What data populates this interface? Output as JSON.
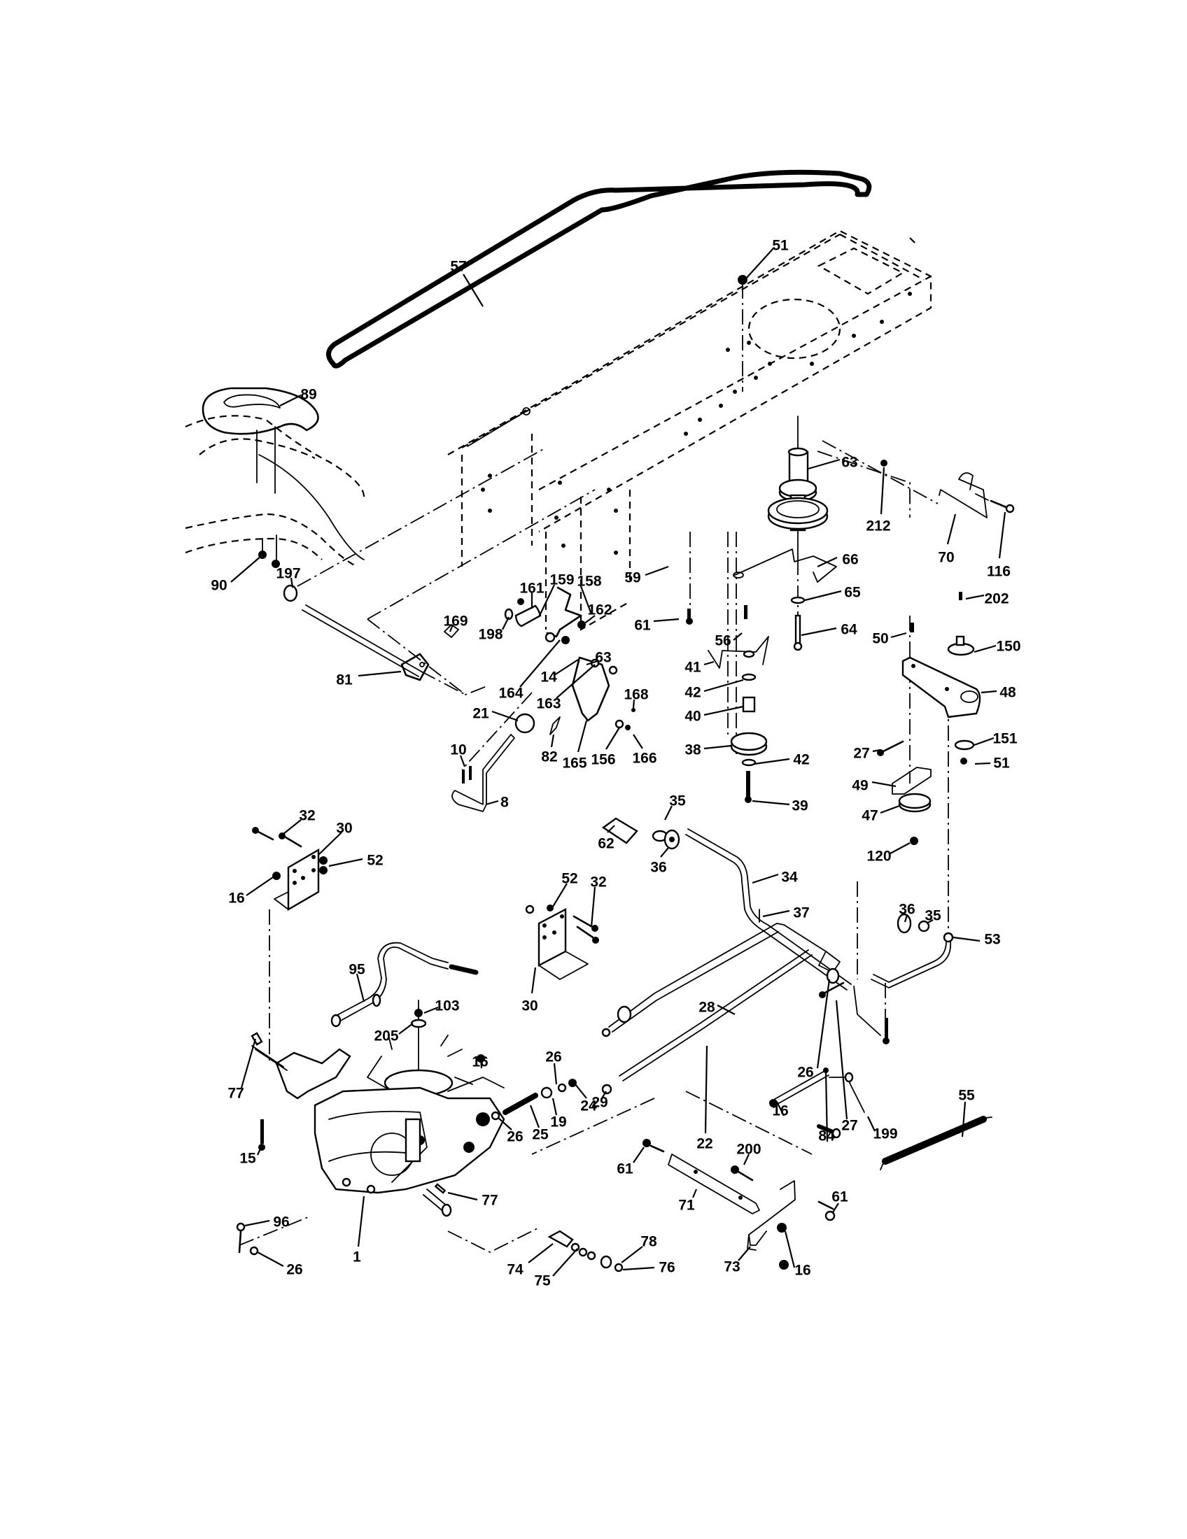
{
  "diagram": {
    "title": "Drive / transaxle parts exploded view",
    "callouts": [
      {
        "part": "57"
      },
      {
        "part": "51"
      },
      {
        "part": "89"
      },
      {
        "part": "63"
      },
      {
        "part": "212"
      },
      {
        "part": "70"
      },
      {
        "part": "116"
      },
      {
        "part": "90"
      },
      {
        "part": "197"
      },
      {
        "part": "59"
      },
      {
        "part": "66"
      },
      {
        "part": "161"
      },
      {
        "part": "159"
      },
      {
        "part": "158"
      },
      {
        "part": "169"
      },
      {
        "part": "65"
      },
      {
        "part": "202"
      },
      {
        "part": "198"
      },
      {
        "part": "162"
      },
      {
        "part": "61"
      },
      {
        "part": "64"
      },
      {
        "part": "56"
      },
      {
        "part": "50"
      },
      {
        "part": "150"
      },
      {
        "part": "81"
      },
      {
        "part": "41"
      },
      {
        "part": "14"
      },
      {
        "part": "63"
      },
      {
        "part": "164"
      },
      {
        "part": "42"
      },
      {
        "part": "48"
      },
      {
        "part": "163"
      },
      {
        "part": "168"
      },
      {
        "part": "21"
      },
      {
        "part": "40"
      },
      {
        "part": "151"
      },
      {
        "part": "27"
      },
      {
        "part": "38"
      },
      {
        "part": "42"
      },
      {
        "part": "51"
      },
      {
        "part": "10"
      },
      {
        "part": "82"
      },
      {
        "part": "165"
      },
      {
        "part": "156"
      },
      {
        "part": "166"
      },
      {
        "part": "49"
      },
      {
        "part": "8"
      },
      {
        "part": "35"
      },
      {
        "part": "39"
      },
      {
        "part": "47"
      },
      {
        "part": "62"
      },
      {
        "part": "32"
      },
      {
        "part": "30"
      },
      {
        "part": "120"
      },
      {
        "part": "36"
      },
      {
        "part": "52"
      },
      {
        "part": "34"
      },
      {
        "part": "16"
      },
      {
        "part": "52"
      },
      {
        "part": "32"
      },
      {
        "part": "37"
      },
      {
        "part": "36"
      },
      {
        "part": "35"
      },
      {
        "part": "53"
      },
      {
        "part": "95"
      },
      {
        "part": "28"
      },
      {
        "part": "30"
      },
      {
        "part": "103"
      },
      {
        "part": "26"
      },
      {
        "part": "205"
      },
      {
        "part": "29"
      },
      {
        "part": "16"
      },
      {
        "part": "26"
      },
      {
        "part": "27"
      },
      {
        "part": "77"
      },
      {
        "part": "84"
      },
      {
        "part": "22"
      },
      {
        "part": "16"
      },
      {
        "part": "24"
      },
      {
        "part": "19"
      },
      {
        "part": "25"
      },
      {
        "part": "26"
      },
      {
        "part": "55"
      },
      {
        "part": "15"
      },
      {
        "part": "199"
      },
      {
        "part": "200"
      },
      {
        "part": "61"
      },
      {
        "part": "77"
      },
      {
        "part": "71"
      },
      {
        "part": "61"
      },
      {
        "part": "96"
      },
      {
        "part": "78"
      },
      {
        "part": "1"
      },
      {
        "part": "26"
      },
      {
        "part": "74"
      },
      {
        "part": "75"
      },
      {
        "part": "76"
      },
      {
        "part": "73"
      },
      {
        "part": "16"
      }
    ]
  }
}
